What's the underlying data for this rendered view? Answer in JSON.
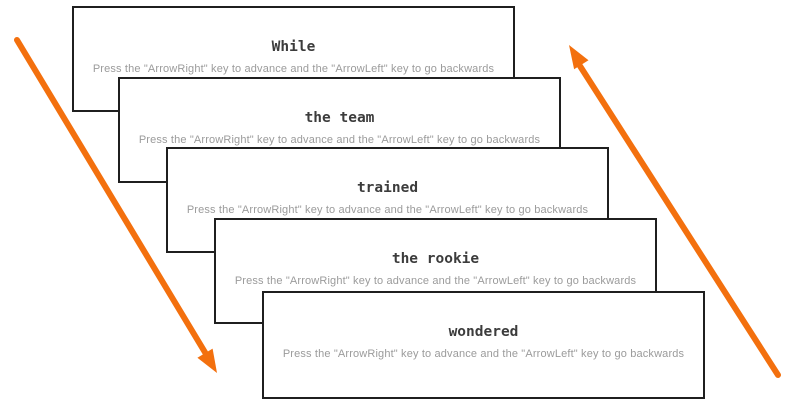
{
  "app": {
    "description": "Stacked slideshow cards with navigation hint and annotation arrows"
  },
  "colors": {
    "background": "#ffffff",
    "card_border": "#1f1f1f",
    "card_background": "#ffffff",
    "word_text": "#3c3c3c",
    "hint_text": "#9b9b9b",
    "arrow": "#f3700e"
  },
  "hint": {
    "text": "Press the \"ArrowRight\" key to advance and the \"ArrowLeft\" key to go backwards"
  },
  "slides": [
    {
      "word": "While"
    },
    {
      "word": "the team"
    },
    {
      "word": "trained"
    },
    {
      "word": "the rookie"
    },
    {
      "word": "wondered"
    }
  ],
  "annotations": {
    "left_arrow_direction": "down-right",
    "right_arrow_direction": "up-left"
  }
}
